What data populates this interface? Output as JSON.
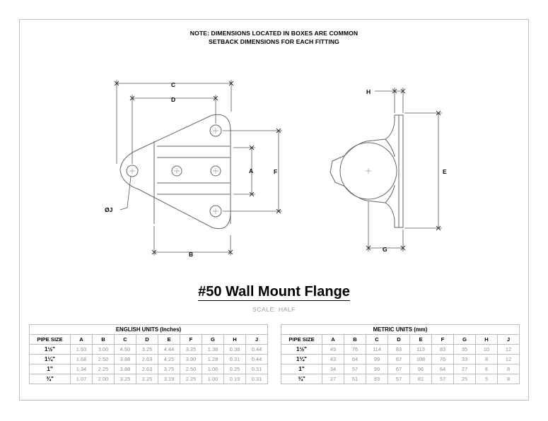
{
  "note": {
    "line1": "NOTE: DIMENSIONS LOCATED IN BOXES ARE COMMON",
    "line2": "SETBACK DIMENSIONS FOR EACH FITTING"
  },
  "title": "#50 Wall Mount Flange",
  "scale": "SCALE: HALF",
  "labels": {
    "A": "A",
    "B": "B",
    "C": "C",
    "D": "D",
    "E": "E",
    "F": "F",
    "G": "G",
    "H": "H",
    "J": "ØJ"
  },
  "tables": {
    "english": {
      "title": "ENGLISH UNITS (Inches)",
      "headers": [
        "PIPE SIZE",
        "A",
        "B",
        "C",
        "D",
        "E",
        "F",
        "G",
        "H",
        "J"
      ],
      "rows": [
        [
          "1½\"",
          "1.93",
          "3.00",
          "4.50",
          "3.25",
          "4.44",
          "3.25",
          "1.38",
          "0.38",
          "0.44"
        ],
        [
          "1¼\"",
          "1.68",
          "2.50",
          "3.88",
          "2.63",
          "4.25",
          "3.00",
          "1.28",
          "0.31",
          "0.44"
        ],
        [
          "1\"",
          "1.34",
          "2.25",
          "3.88",
          "2.63",
          "3.75",
          "2.50",
          "1.06",
          "0.25",
          "0.31"
        ],
        [
          "¾\"",
          "1.07",
          "2.00",
          "3.25",
          "2.25",
          "3.19",
          "2.25",
          "1.00",
          "0.19",
          "0.31"
        ]
      ]
    },
    "metric": {
      "title": "METRIC UNITS (mm)",
      "headers": [
        "PIPE SIZE",
        "A",
        "B",
        "C",
        "D",
        "E",
        "F",
        "G",
        "H",
        "J"
      ],
      "rows": [
        [
          "1½\"",
          "49",
          "76",
          "114",
          "83",
          "113",
          "83",
          "35",
          "10",
          "12"
        ],
        [
          "1¼\"",
          "43",
          "64",
          "99",
          "67",
          "108",
          "76",
          "33",
          "8",
          "12"
        ],
        [
          "1\"",
          "34",
          "57",
          "99",
          "67",
          "96",
          "64",
          "27",
          "6",
          "8"
        ],
        [
          "¾\"",
          "27",
          "51",
          "83",
          "57",
          "81",
          "57",
          "25",
          "5",
          "8"
        ]
      ]
    }
  }
}
